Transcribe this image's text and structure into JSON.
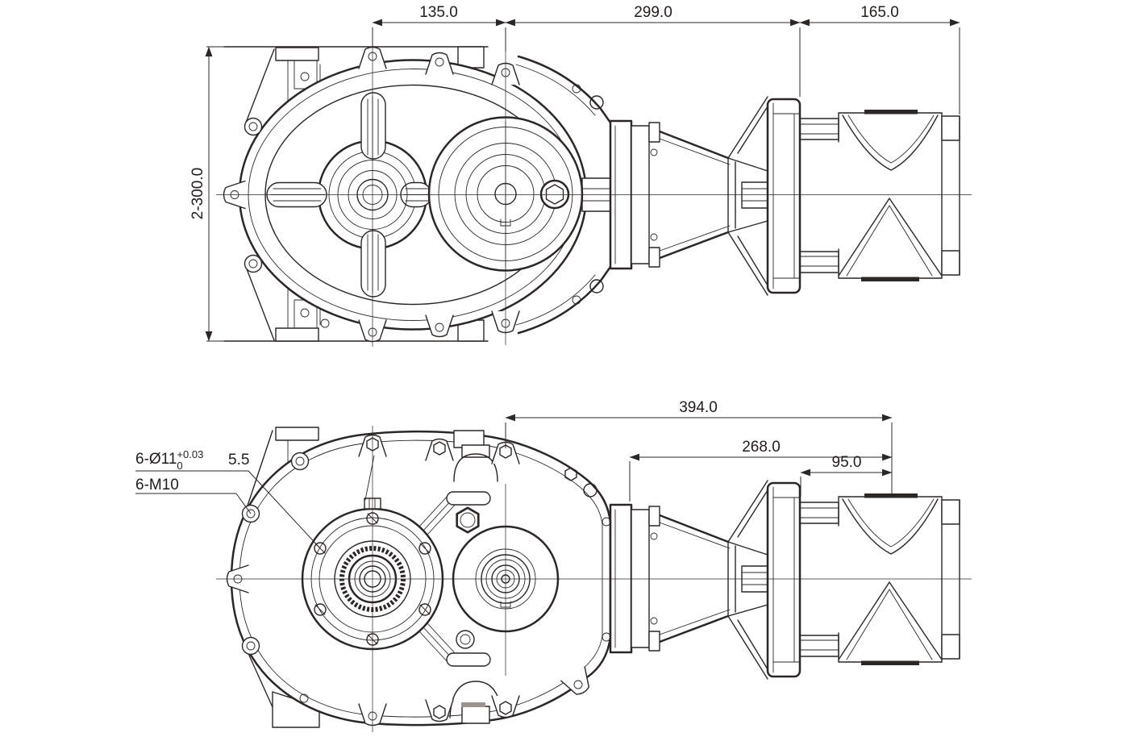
{
  "drawing": {
    "background": "#ffffff",
    "line_color": "#2b2724"
  },
  "dims": {
    "top_h1": "135.0",
    "top_h2": "299.0",
    "top_h3": "165.0",
    "left_v": "2-300.0",
    "bot_h1": "394.0",
    "bot_h2": "268.0",
    "bot_h3": "95.0"
  },
  "callouts": {
    "bolt_holes": "6-Ø11",
    "bolt_tol_upper": "+0.03",
    "bolt_tol_lower": "0",
    "depth": "5.5",
    "tapped_holes": "6-M10"
  }
}
